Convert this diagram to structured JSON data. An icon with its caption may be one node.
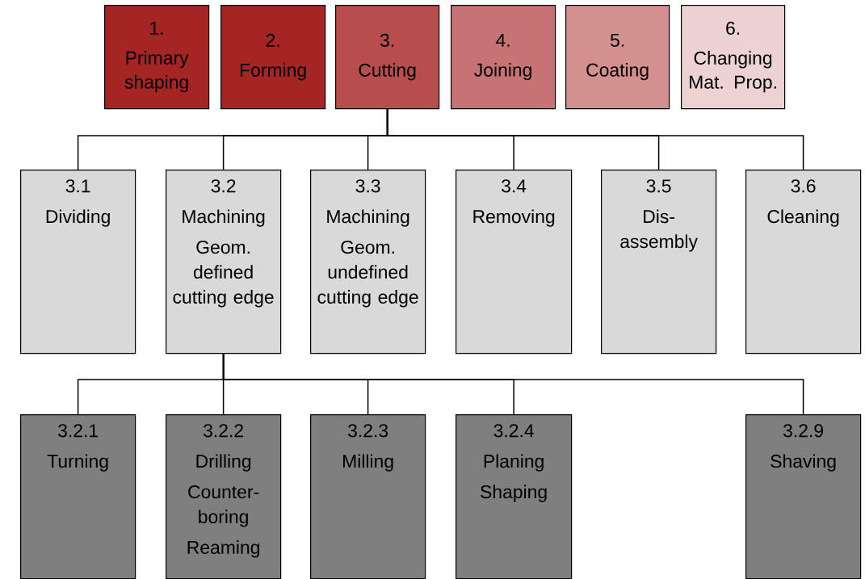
{
  "diagram": {
    "nodes": [
      {
        "text": [
          "1.",
          "Primary shaping"
        ]
      },
      {
        "text": [
          "2.",
          "Forming"
        ]
      },
      {
        "text": [
          "3.",
          "Cutting"
        ]
      },
      {
        "text": [
          "4.",
          "Joining"
        ]
      },
      {
        "text": [
          "5.",
          "Coating"
        ]
      },
      {
        "text": [
          "6.",
          "Changing Mat. Prop."
        ]
      },
      {
        "text": [
          "3.1",
          "Dividing"
        ]
      },
      {
        "text": [
          "3.2",
          "Machining",
          "Geom. defined cutting edge"
        ]
      },
      {
        "text": [
          "3.3",
          "Machining",
          "Geom. undefined cutting edge"
        ]
      },
      {
        "text": [
          "3.4",
          "Removing"
        ]
      },
      {
        "text": [
          "3.5",
          "Dis-assembly"
        ]
      },
      {
        "text": [
          "3.6",
          "Cleaning"
        ]
      },
      {
        "text": [
          "3.2.1",
          "Turning"
        ]
      },
      {
        "text": [
          "3.2.2",
          "Drilling",
          "Counter-boring",
          "Reaming"
        ]
      },
      {
        "text": [
          "3.2.3",
          "Milling"
        ]
      },
      {
        "text": [
          "3.2.4",
          "Planing",
          "Shaping"
        ]
      },
      {
        "text": [
          "3.2.9",
          "Shaving"
        ]
      }
    ],
    "edges": [
      {
        "from": 2,
        "to": 6,
        "arrow": "none"
      },
      {
        "from": 2,
        "to": 7,
        "arrow": "none"
      },
      {
        "from": 2,
        "to": 8,
        "arrow": "none"
      },
      {
        "from": 2,
        "to": 9,
        "arrow": "none"
      },
      {
        "from": 2,
        "to": 10,
        "arrow": "none"
      },
      {
        "from": 2,
        "to": 11,
        "arrow": "none"
      },
      {
        "from": 7,
        "to": 12,
        "arrow": "none"
      },
      {
        "from": 7,
        "to": 13,
        "arrow": "none"
      },
      {
        "from": 7,
        "to": 14,
        "arrow": "none"
      },
      {
        "from": 7,
        "to": 15,
        "arrow": "none"
      },
      {
        "from": 7,
        "to": 16,
        "arrow": "none"
      }
    ]
  }
}
